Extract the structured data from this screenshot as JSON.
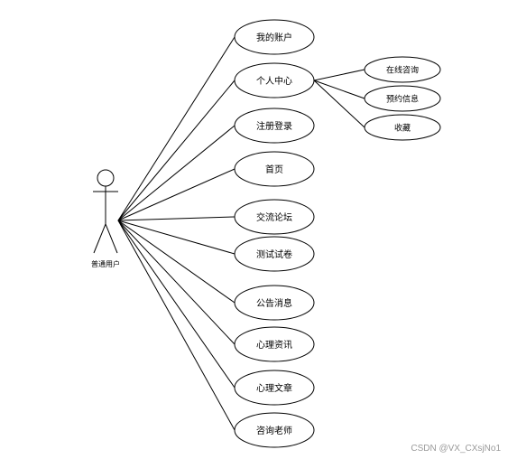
{
  "actor": {
    "label": "普通用户"
  },
  "use_cases": [
    {
      "id": "my-account",
      "label": "我的账户"
    },
    {
      "id": "personal-center",
      "label": "个人中心"
    },
    {
      "id": "register-login",
      "label": "注册登录"
    },
    {
      "id": "home",
      "label": "首页"
    },
    {
      "id": "forum",
      "label": "交流论坛"
    },
    {
      "id": "test-paper",
      "label": "测试试卷"
    },
    {
      "id": "announcement",
      "label": "公告消息"
    },
    {
      "id": "psych-news",
      "label": "心理资讯"
    },
    {
      "id": "psych-article",
      "label": "心理文章"
    },
    {
      "id": "consult-teacher",
      "label": "咨询老师"
    }
  ],
  "sub_cases": [
    {
      "id": "online-consult",
      "label": "在线咨询",
      "parent": "personal-center"
    },
    {
      "id": "appointment-info",
      "label": "预约信息",
      "parent": "personal-center"
    },
    {
      "id": "favorites",
      "label": "收藏",
      "parent": "personal-center"
    }
  ],
  "watermark": "CSDN @VX_CXsjNo1",
  "colors": {
    "stroke": "#000000",
    "background": "#ffffff"
  }
}
